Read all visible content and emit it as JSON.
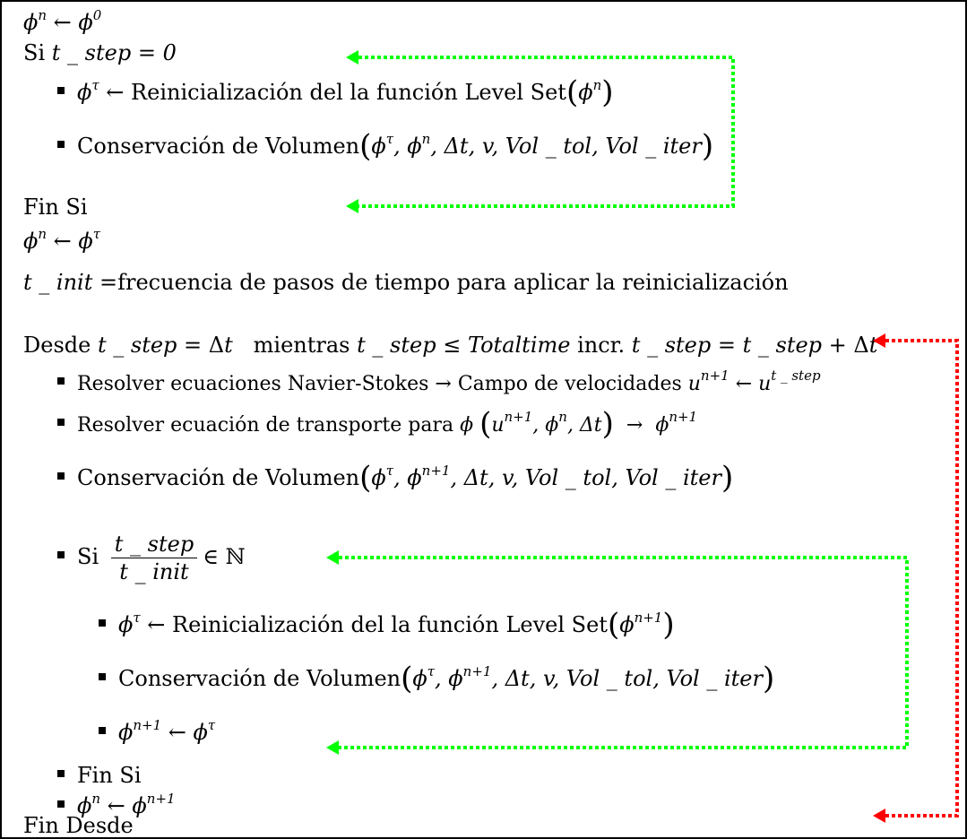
{
  "lines": {
    "l1": "ϕⁿ ← ϕ⁰",
    "l2_si": "Si",
    "l2_cond": "t _ step = 0",
    "l3_text": "Reinicialización del la función Level Set",
    "l4_text": "Conservación de Volumen",
    "l5": "Fin Si",
    "l7_text": "=frecuencia de pasos de tiempo para aplicar la reinicialización",
    "l8_desde": "Desde",
    "l8_mientras": "mientras",
    "l8_incr": "incr.",
    "l9_text": "Resolver ecuaciones Navier-Stokes",
    "l9_campo": "Campo de velocidades",
    "l10_text": "Resolver ecuación de transporte para",
    "l11_text": "Conservación de Volumen",
    "l12_si": "Si",
    "l12_num": "t _ step",
    "l12_den": "t _ init",
    "l13_text": "Reinicialización del la función Level Set",
    "l14_text": "Conservación de Volumen",
    "l16": "Fin Si",
    "l18": "Fin Desde"
  },
  "colors": {
    "loop_arrow": "#ff0000",
    "cond_arrow": "#00ff00",
    "border": "#000000"
  }
}
